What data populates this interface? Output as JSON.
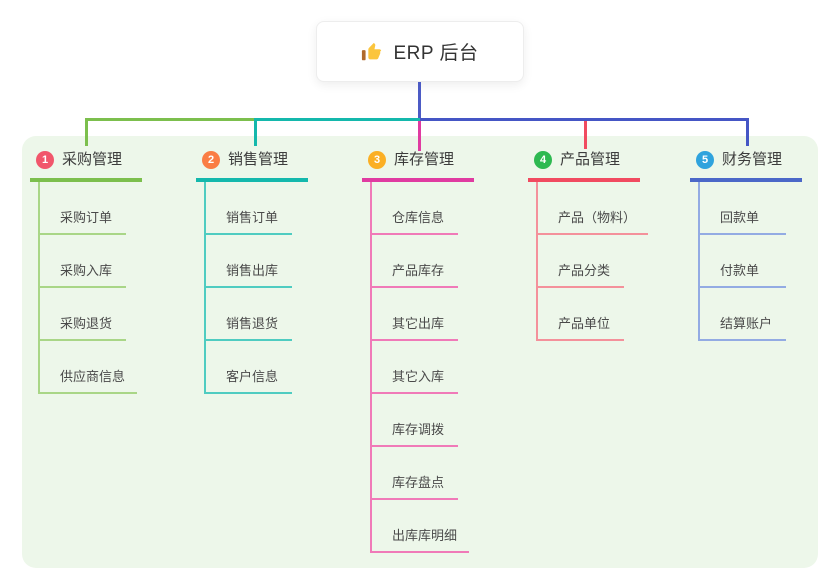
{
  "root": {
    "label": "ERP 后台",
    "icon": "thumbs-up-icon"
  },
  "colors": {
    "root_line": "#4c5bc5",
    "panel_bg": "#edf7ea",
    "branch_lines": [
      "#7cbf4d",
      "#14b8ac",
      "#e03ba1",
      "#f14b60",
      "#4b68c8"
    ],
    "branch_badges": [
      "#f1566b",
      "#fa7d44",
      "#fbaf24",
      "#2eb951",
      "#2fa3dd"
    ],
    "child_lines": [
      "#a9d687",
      "#4fccc1",
      "#f07ab8",
      "#f4919b",
      "#93abe3"
    ]
  },
  "branches": [
    {
      "index": "1",
      "label": "采购管理",
      "children": [
        "采购订单",
        "采购入库",
        "采购退货",
        "供应商信息"
      ]
    },
    {
      "index": "2",
      "label": "销售管理",
      "children": [
        "销售订单",
        "销售出库",
        "销售退货",
        "客户信息"
      ]
    },
    {
      "index": "3",
      "label": "库存管理",
      "children": [
        "仓库信息",
        "产品库存",
        "其它出库",
        "其它入库",
        "库存调拨",
        "库存盘点",
        "出库库明细"
      ]
    },
    {
      "index": "4",
      "label": "产品管理",
      "children": [
        "产品（物料）",
        "产品分类",
        "产品单位"
      ]
    },
    {
      "index": "5",
      "label": "财务管理",
      "children": [
        "回款单",
        "付款单",
        "结算账户"
      ]
    }
  ]
}
